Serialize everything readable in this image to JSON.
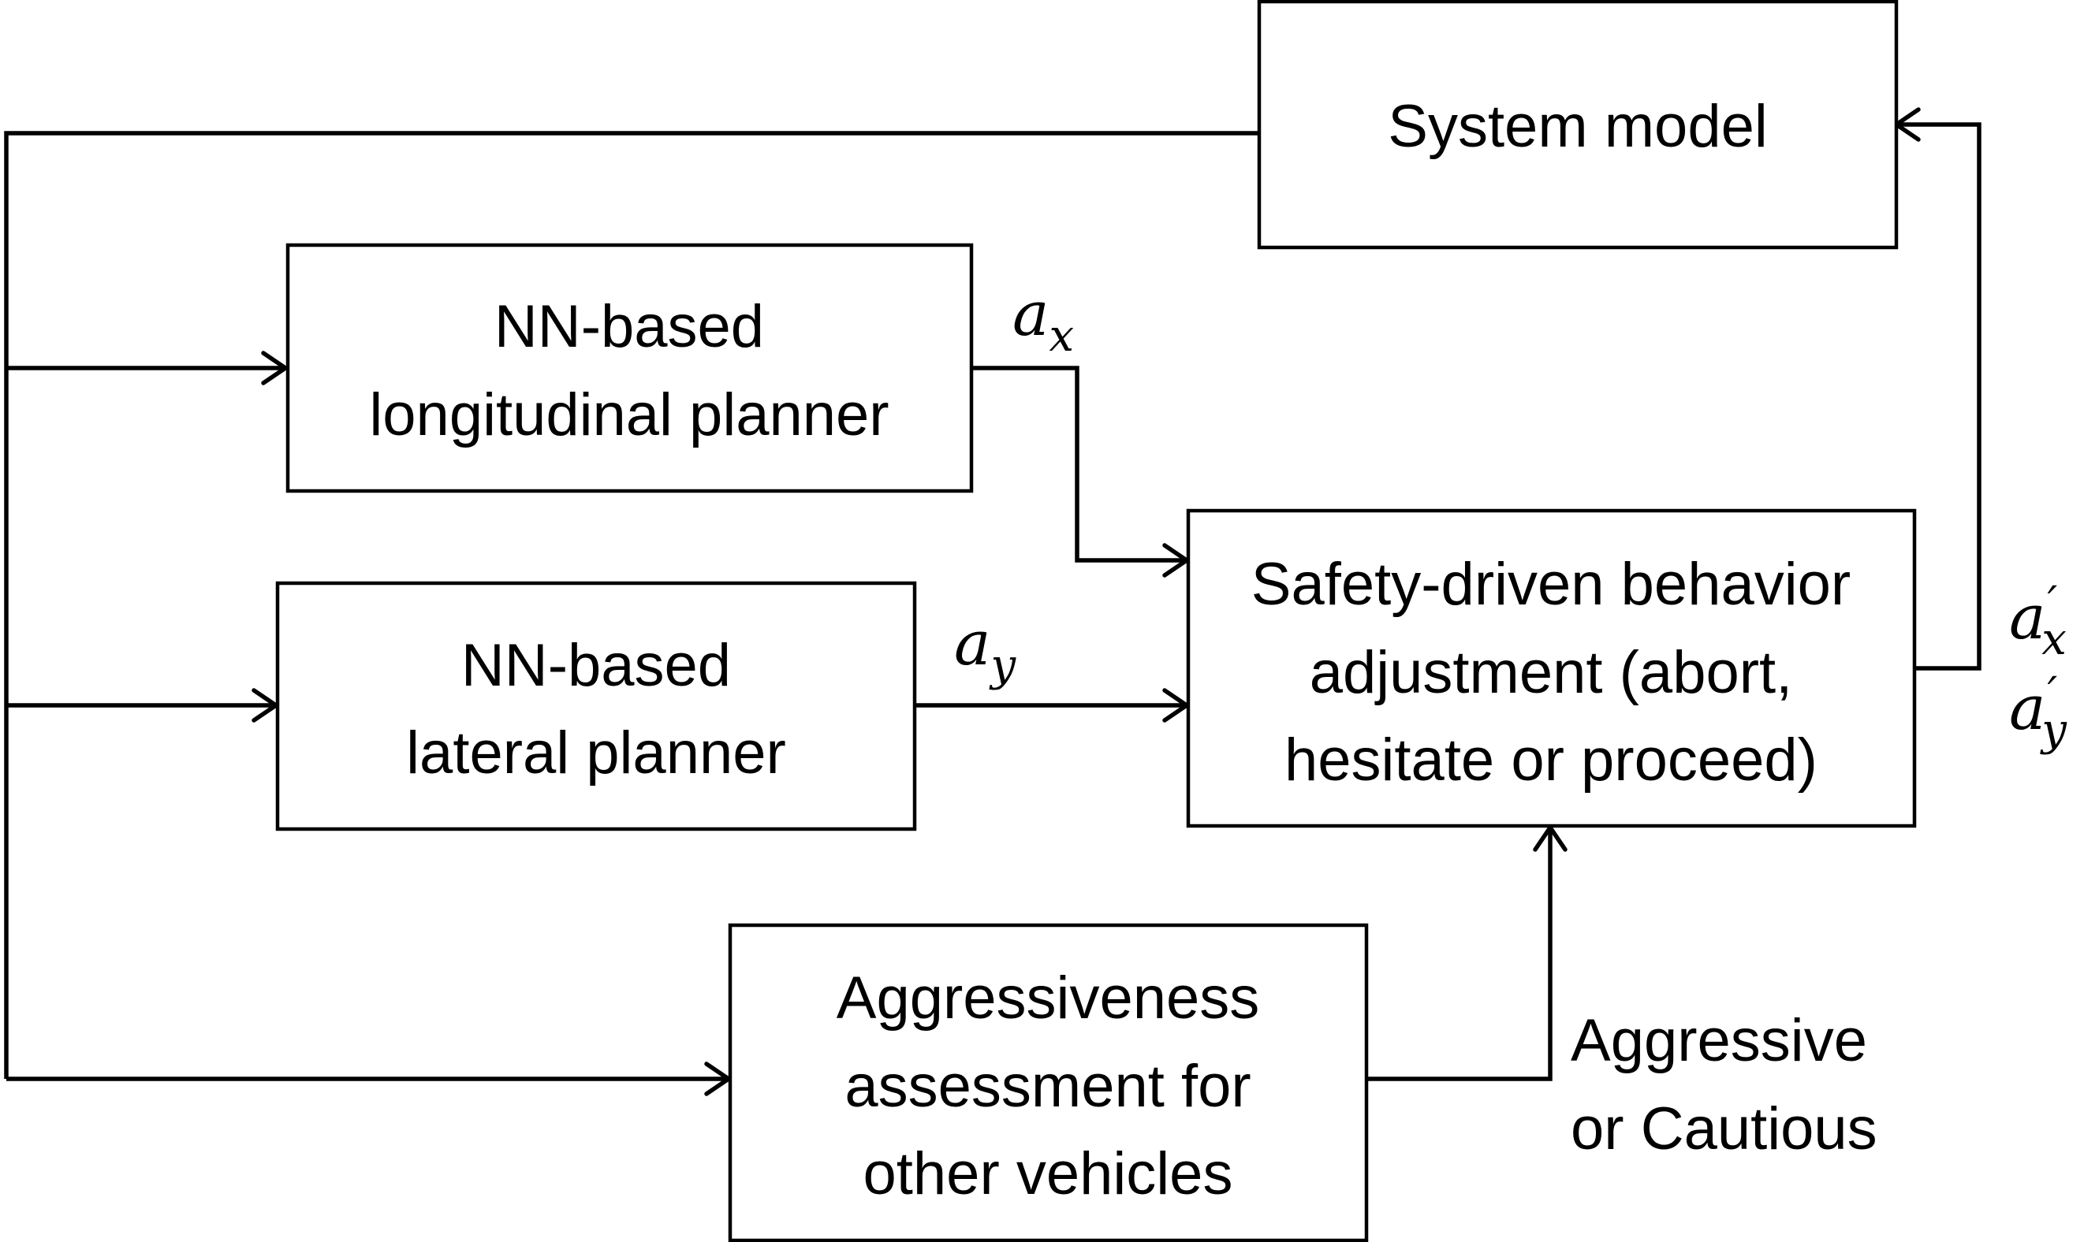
{
  "nodes": {
    "system_model": {
      "label": "System model"
    },
    "longitudinal_planner": {
      "line1": "NN-based",
      "line2": "longitudinal planner"
    },
    "lateral_planner": {
      "line1": "NN-based",
      "line2": "lateral planner"
    },
    "safety_adjustment": {
      "line1": "Safety-driven behavior",
      "line2": "adjustment (abort,",
      "line3": "hesitate or proceed)"
    },
    "aggressiveness_assessment": {
      "line1": "Aggressiveness",
      "line2": "assessment for",
      "line3": "other vehicles"
    }
  },
  "edges": {
    "ax": {
      "base": "a",
      "sub": "x"
    },
    "ay": {
      "base": "a",
      "sub": "y"
    },
    "ax_prime": {
      "base": "a",
      "prime": "′",
      "sub": "x"
    },
    "ay_prime": {
      "base": "a",
      "prime": "′",
      "sub": "y"
    },
    "aggression_output": {
      "line1": "Aggressive",
      "line2": "or Cautious"
    }
  }
}
